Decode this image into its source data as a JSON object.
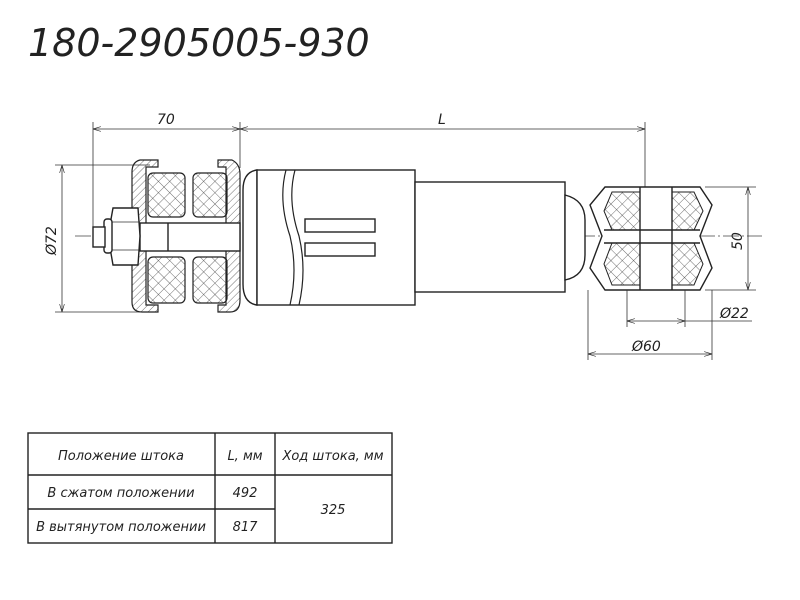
{
  "title": "180-2905005-930",
  "dimensions": {
    "d70": "70",
    "L": "L",
    "dia72": "Ø72",
    "h50": "50",
    "dia22": "Ø22",
    "dia60": "Ø60"
  },
  "table": {
    "headers": [
      "Положение штока",
      "L, мм",
      "Ход штока, мм"
    ],
    "rows": [
      {
        "position": "В сжатом положении",
        "L": "492"
      },
      {
        "position": "В вытянутом положении",
        "L": "817"
      }
    ],
    "stroke": "325"
  }
}
